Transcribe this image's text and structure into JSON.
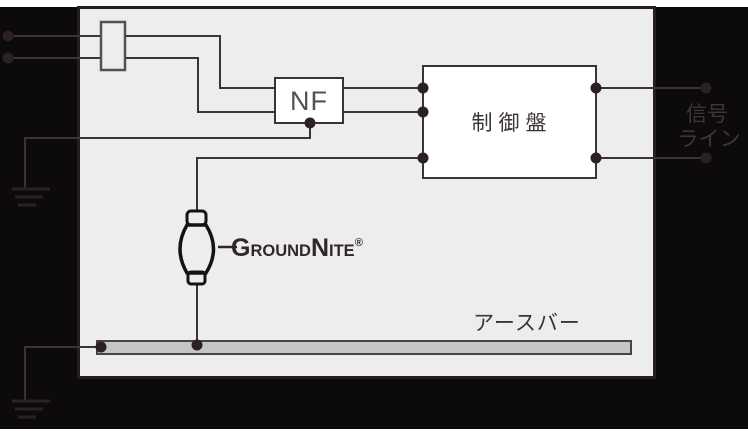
{
  "colors": {
    "outer_background": "#0c0a0a",
    "panel_background": "#eeedee",
    "frame_border": "#271d1f",
    "wire": "#3b3234",
    "dot": "#2b2123",
    "component_fill": "#ffffff",
    "device_blue": "#1b86c6",
    "device_outline": "#151212",
    "bar_fill": "#c5c4c6",
    "bar_border": "#4a4244",
    "label_text": "#3b3436",
    "nf_text": "#56504f",
    "signal_text": "#3d3739",
    "logo_text": "#2f282a"
  },
  "components": {
    "noise_filter": {
      "label": "NF"
    },
    "control_panel": {
      "label": "制御盤"
    },
    "signal_line": {
      "line1": "信号",
      "line2": "ライン"
    },
    "earth_bar": {
      "label": "アースバー"
    },
    "groundnite_logo": {
      "cap1": "G",
      "small1": "ROUND",
      "cap2": "N",
      "small2": "ITE",
      "reg": "®"
    }
  }
}
